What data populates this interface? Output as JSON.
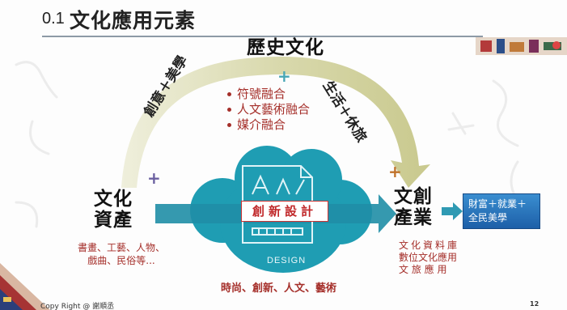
{
  "title": {
    "number": "0.1",
    "text": "文化應用元素"
  },
  "top_label": "歷史文化",
  "left_label": [
    "文化",
    "資產"
  ],
  "right_label": [
    "文創",
    "產業"
  ],
  "arc_left_text": "創意＋美學",
  "arc_right_text": "生活＋休旅",
  "plus": "+",
  "bullets": [
    "符號融合",
    "人文藝術融合",
    "媒介融合"
  ],
  "center_pill": "創新設計",
  "design_label": "DESIGN",
  "left_sub": [
    "書畫、工藝、人物、",
    "戲曲、民俗等..."
  ],
  "bottom_text": "時尚、創新、人文、藝術",
  "right_sub": [
    "文化資料庫",
    "數位文化應用",
    "文 旅 應 用"
  ],
  "outcome_box": [
    "財富＋就業＋",
    "全民美學"
  ],
  "footer": "Copy Right @ 謝順丞",
  "page_number": "12",
  "colors": {
    "teal": "#1f9db3",
    "arc": "#dcdcb2",
    "accent_red": "#a52f2a",
    "blue": "#2a78c0"
  }
}
